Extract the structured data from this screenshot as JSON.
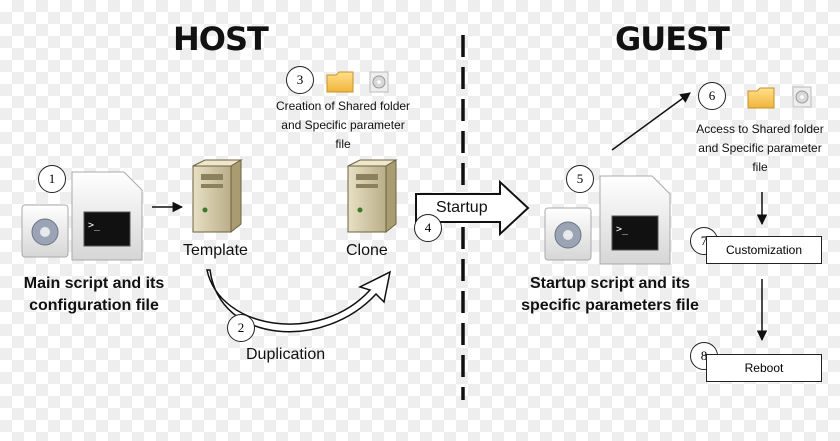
{
  "titles": {
    "host": "HOST",
    "guest": "GUEST"
  },
  "steps": [
    "1",
    "2",
    "3",
    "4",
    "5",
    "6",
    "7",
    "8"
  ],
  "labels": {
    "template": "Template",
    "clone": "Clone",
    "duplication": "Duplication",
    "startup": "Startup",
    "main_script": [
      "Main script and its",
      "configuration file"
    ],
    "startup_script": [
      "Startup script and its",
      "specific parameters file"
    ],
    "shared_folder_host": [
      "Creation of Shared folder",
      "and Specific parameter",
      "file"
    ],
    "shared_folder_guest": [
      "Access to Shared folder",
      "and Specific parameter",
      "file"
    ],
    "customization": "Customization",
    "reboot": "Reboot"
  },
  "icons": [
    "gear-icon",
    "terminal-icon",
    "server-icon",
    "folder-icon",
    "cd-icon"
  ]
}
